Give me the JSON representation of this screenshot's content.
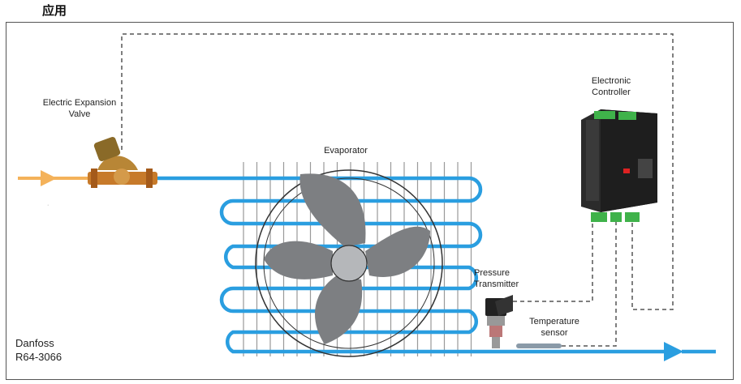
{
  "heading": "应用",
  "labels": {
    "expansion_valve": [
      "Electric Expansion",
      "Valve"
    ],
    "evaporator": "Evaporator",
    "controller": [
      "Electronic",
      "Controller"
    ],
    "pressure": [
      "Pressure",
      "Transmitter"
    ],
    "temperature": [
      "Temperature",
      "sensor"
    ]
  },
  "brand": [
    "Danfoss",
    "R64-3066"
  ],
  "colors": {
    "pipe": "#2a9ee0",
    "inlet": "#f4b25a",
    "fan": "#7d7f82",
    "controller_body": "#2b2b2b",
    "terminal": "#3fb24a",
    "signal_line": "#555555"
  }
}
